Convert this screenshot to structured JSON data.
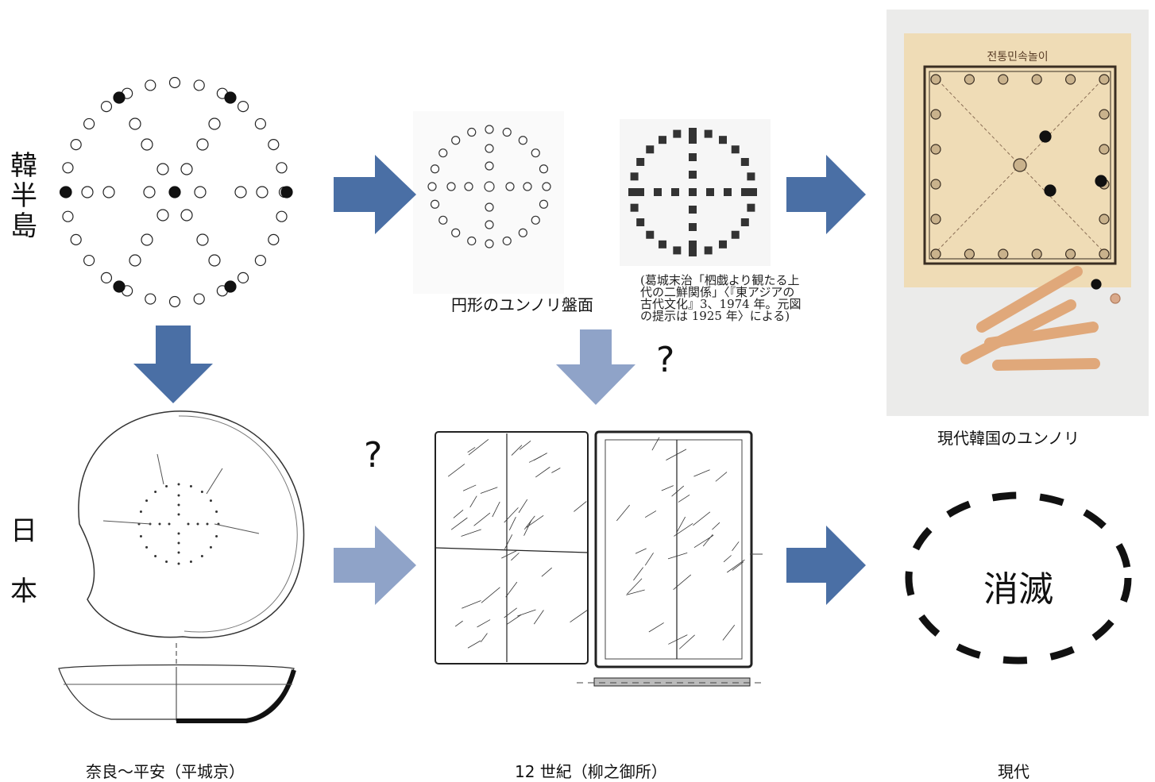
{
  "labels": {
    "korea_vertical": [
      "韓",
      "半",
      "島"
    ],
    "japan_vertical": [
      "日",
      "本"
    ]
  },
  "captions": {
    "circular_board": "円形のユンノリ盤面",
    "citation_lines": [
      "(葛城末治「柶戯より観たる上",
      "代の二鮮関係」〈『東アジアの",
      "古代文化』3、1974 年。元図",
      "の提示は 1925 年〉による)"
    ],
    "modern_korea": "現代韓国のユンノリ",
    "nara_heian": "奈良〜平安（平城京）",
    "twelfth_century": "12 世紀（柳之御所）",
    "modern": "現代",
    "vanished": "消滅"
  },
  "uncertainty_marks": [
    "?",
    "?"
  ],
  "modern_board_title": "전통민속놀이",
  "colors": {
    "arrow_dark": "#4a6fa5",
    "arrow_light": "#8fa3c8",
    "board_paper": "#efdcb6",
    "board_line": "#3a2e22",
    "dash": "#111111"
  }
}
